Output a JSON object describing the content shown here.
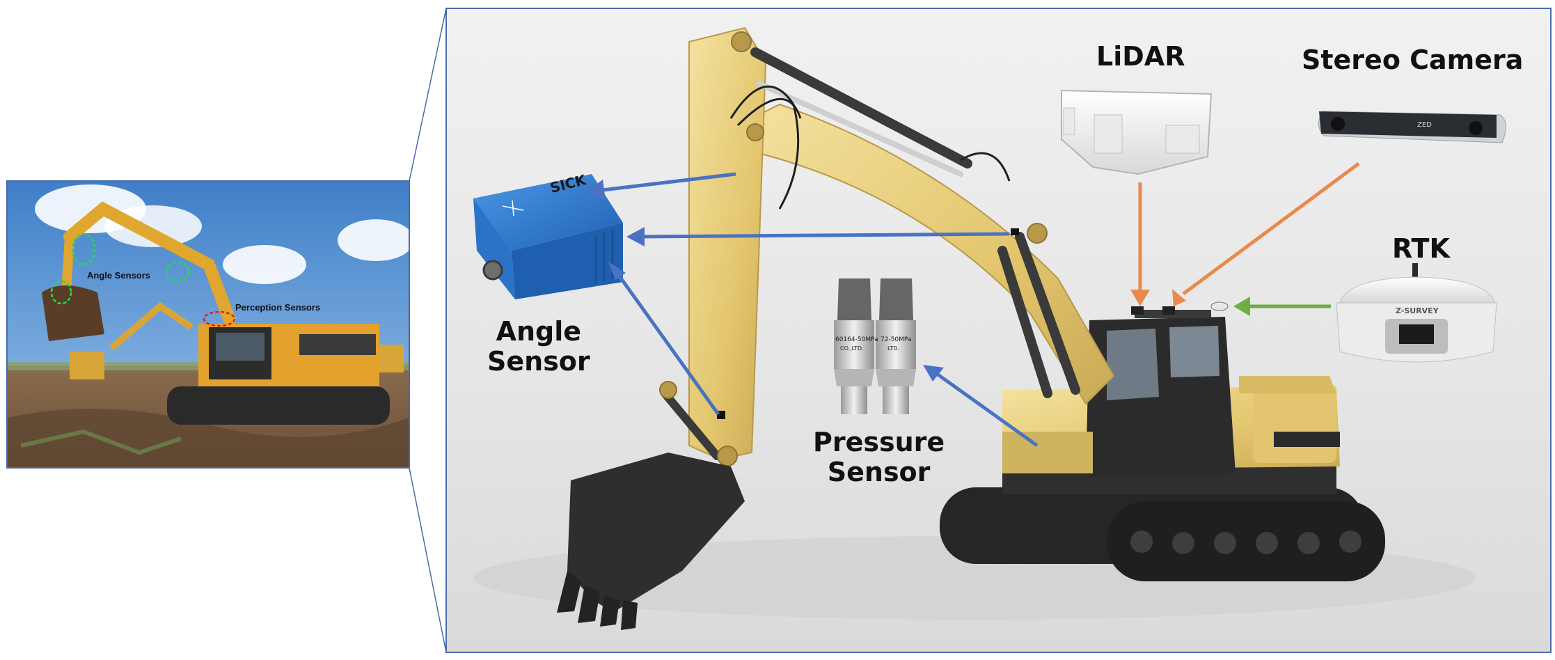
{
  "photo": {
    "angle_label": "Angle Sensors",
    "perception_label": "Perception Sensors"
  },
  "labels": {
    "lidar": "LiDAR",
    "stereo_camera": "Stereo Camera",
    "rtk": "RTK",
    "angle_sensor_line1": "Angle",
    "angle_sensor_line2": "Sensor",
    "pressure_sensor_line1": "Pressure",
    "pressure_sensor_line2": "Sensor"
  },
  "device_marks": {
    "angle_sensor_brand": "SICK",
    "camera_brand": "ZED",
    "rtk_brand": "Z-SURVEY",
    "pressure_spec_1": "60164-50MPa",
    "pressure_spec_2": "72-50MPa",
    "pressure_maker_1": "CO.,LTD.",
    "pressure_maker_2": "LTD."
  },
  "colors": {
    "frame_border": "#4a6aa8",
    "arrow_blue": "#4a72c4",
    "arrow_orange": "#e9894b",
    "arrow_green": "#6fae46",
    "excavator_yellow": "#e8cf7e",
    "excavator_dark": "#2b2b2b",
    "angle_sensor_blue": "#2f7bd3",
    "panel_background": "#e7e7e7"
  }
}
